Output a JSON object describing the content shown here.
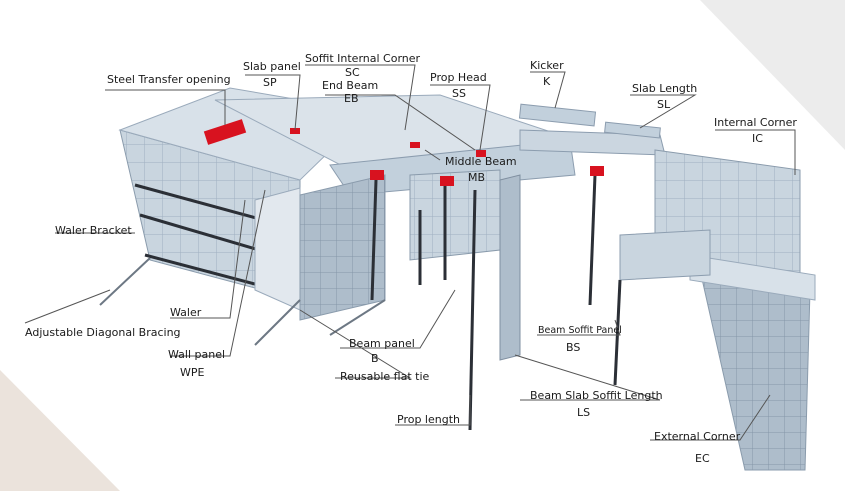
{
  "labels": {
    "steel_transfer_opening": "Steel Transfer opening",
    "slab_panel": "Slab panel",
    "slab_panel_code": "SP",
    "soffit_internal_corner": "Soffit Internal Corner",
    "soffit_internal_corner_code": "SC",
    "end_beam": "End Beam",
    "end_beam_code": "EB",
    "prop_head": "Prop Head",
    "prop_head_code": "SS",
    "kicker": "Kicker",
    "kicker_code": "K",
    "slab_length": "Slab Length",
    "slab_length_code": "SL",
    "internal_corner": "Internal Corner",
    "internal_corner_code": "IC",
    "middle_beam": "Middle Beam",
    "middle_beam_code": "MB",
    "waler_bracket": "Waler Bracket",
    "waler": "Waler",
    "adjustable_diagonal_bracing": "Adjustable Diagonal Bracing",
    "wall_panel": "Wall panel",
    "wall_panel_code": "WPE",
    "beam_panel": "Beam panel",
    "beam_panel_code": "B",
    "reusable_flat_tie": "Reusable flat tie",
    "prop_length": "Prop length",
    "beam_soffit_panel": "Beam Soffit Panel",
    "beam_soffit_panel_code": "BS",
    "beam_slab_soffit_length": "Beam Slab Soffit Length",
    "beam_slab_soffit_length_code": "LS",
    "external_corner": "External Corner",
    "external_corner_code": "EC"
  },
  "colors": {
    "panel_light": "#d3dde6",
    "panel_mid": "#b4c3d0",
    "panel_dark": "#8c9daf",
    "waler": "#2b2f36",
    "prop_head": "#d8121f",
    "leader_line": "#555555",
    "corner_tint": "#ebe3dc"
  }
}
